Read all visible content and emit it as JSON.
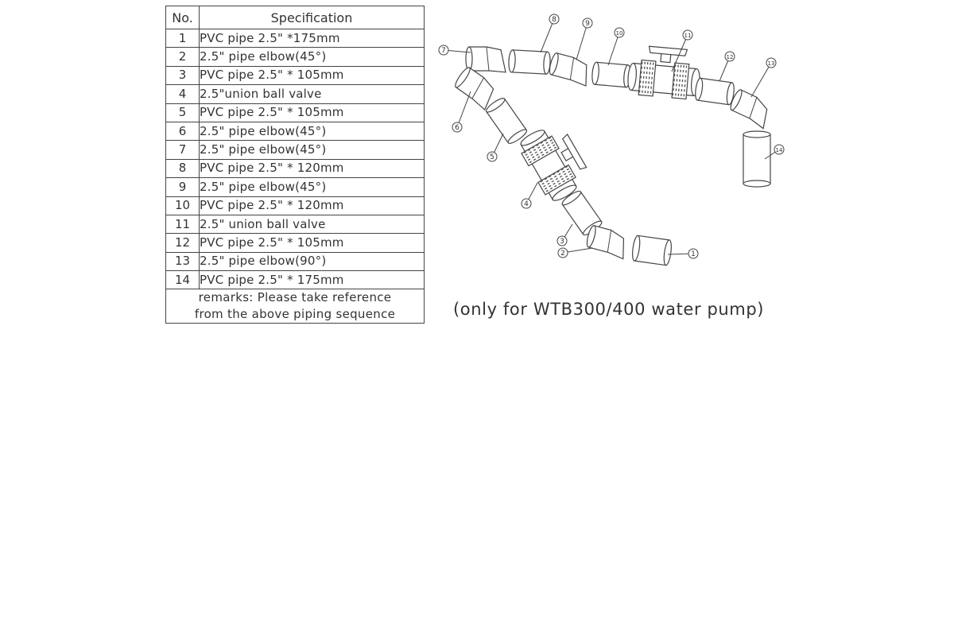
{
  "table": {
    "headers": {
      "no": "No.",
      "spec": "Specification"
    },
    "rows": [
      {
        "no": "1",
        "spec": "PVC pipe 2.5\" *175mm"
      },
      {
        "no": "2",
        "spec": "2.5\" pipe elbow(45°)"
      },
      {
        "no": "3",
        "spec": "PVC pipe 2.5\" * 105mm"
      },
      {
        "no": "4",
        "spec": "2.5\"union ball valve"
      },
      {
        "no": "5",
        "spec": "PVC pipe 2.5\" * 105mm"
      },
      {
        "no": "6",
        "spec": "2.5\" pipe elbow(45°)"
      },
      {
        "no": "7",
        "spec": "2.5\" pipe elbow(45°)"
      },
      {
        "no": "8",
        "spec": "PVC pipe 2.5\" * 120mm"
      },
      {
        "no": "9",
        "spec": "2.5\" pipe elbow(45°)"
      },
      {
        "no": "10",
        "spec": "PVC pipe 2.5\" * 120mm"
      },
      {
        "no": "11",
        "spec": "2.5\" union ball valve"
      },
      {
        "no": "12",
        "spec": "PVC pipe 2.5\" * 105mm"
      },
      {
        "no": "13",
        "spec": "2.5\" pipe elbow(90°)"
      },
      {
        "no": "14",
        "spec": "PVC pipe 2.5\" * 175mm"
      }
    ],
    "remarks_line1": "remarks:  Please take reference",
    "remarks_line2": "from the above piping sequence"
  },
  "diagram": {
    "callouts": [
      "1",
      "2",
      "3",
      "4",
      "5",
      "6",
      "7",
      "8",
      "9",
      "10",
      "11",
      "12",
      "13",
      "14"
    ],
    "caption": "(only for WTB300/400 water pump)"
  }
}
